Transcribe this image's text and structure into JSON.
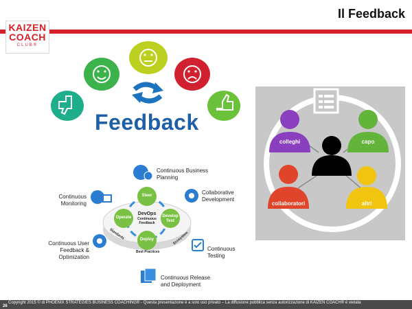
{
  "header": {
    "title": "Il Feedback"
  },
  "logo": {
    "line1": "KAIZEN",
    "line2": "COACH",
    "line3": "CLUB®"
  },
  "feedback_image": {
    "word": "Feedback"
  },
  "devops": {
    "center_title": "DevOps",
    "center_subtitle": "Continuous Feedback",
    "ring": {
      "steer": "Steer",
      "develop_test": "Develop Test",
      "deploy": "Deploy",
      "operate": "Operate"
    },
    "base": {
      "left": "Standards",
      "right": "Ecosystem",
      "bottom": "Best Practices"
    },
    "labels": {
      "business_planning": "Continuous Business Planning",
      "collaborative": "Collaborative Development",
      "testing": "Continuous Testing",
      "release": "Continuous Release and Deployment",
      "user_feedback": "Continuous User Feedback & Optimization",
      "monitoring": "Continuous Monitoring"
    }
  },
  "roles": {
    "colleghi": "colleghi",
    "capo": "capo",
    "collaboratori": "collaboratori",
    "altri": "altri"
  },
  "footer": {
    "copyright": "Copyright 2015 © di PHOENIX STRATEGIES BUSINESS COACHING®  - Questa presentazione è a solo uso privato – La diffusione pubblica senza autorizzazione di KAIZEN COACH® è vietata",
    "page": "26"
  },
  "colors": {
    "accent_red": "#d61f26",
    "purple": "#8a3fbe",
    "green": "#62b53a",
    "orange": "#e0442b",
    "yellow": "#f1c40f",
    "blue": "#2a6fb5",
    "devops_green": "#7ac143"
  }
}
